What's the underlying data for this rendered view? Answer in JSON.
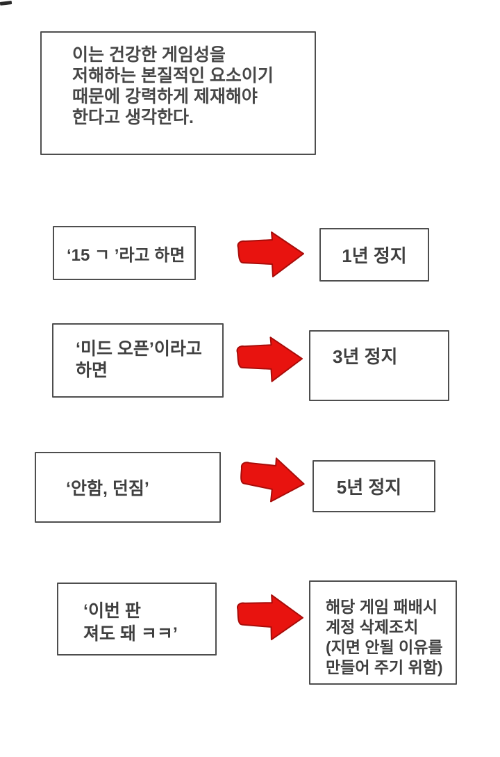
{
  "intro_box": {
    "lines": [
      "이는 건강한 게임성을",
      "저해하는 본질적인 요소이기",
      "때문에 강력하게 제재해야",
      "한다고 생각한다."
    ]
  },
  "rows": [
    {
      "cause_lines": [
        "‘15 ㄱ ’라고 하면"
      ],
      "effect_lines": [
        "1년 정지"
      ]
    },
    {
      "cause_lines": [
        "‘미드 오픈’이라고",
        "하면"
      ],
      "effect_lines": [
        "3년 정지"
      ]
    },
    {
      "cause_lines": [
        "‘안함, 던짐’"
      ],
      "effect_lines": [
        "5년 정지"
      ]
    },
    {
      "cause_lines": [
        "‘이번 판",
        "져도 돼 ㅋㅋ’"
      ],
      "effect_lines": [
        "해당 게임 패배시",
        "계정 삭제조치",
        "(지면 안될 이유를",
        "만들어 주기 위함)"
      ]
    }
  ],
  "icons": {
    "arrow": "red-block-arrow-right"
  },
  "colors": {
    "arrow_fill": "#e8130f",
    "arrow_stroke": "#a80c09",
    "box_border": "#4e4e4e",
    "text": "#3f3f3f",
    "background": "#ffffff"
  }
}
